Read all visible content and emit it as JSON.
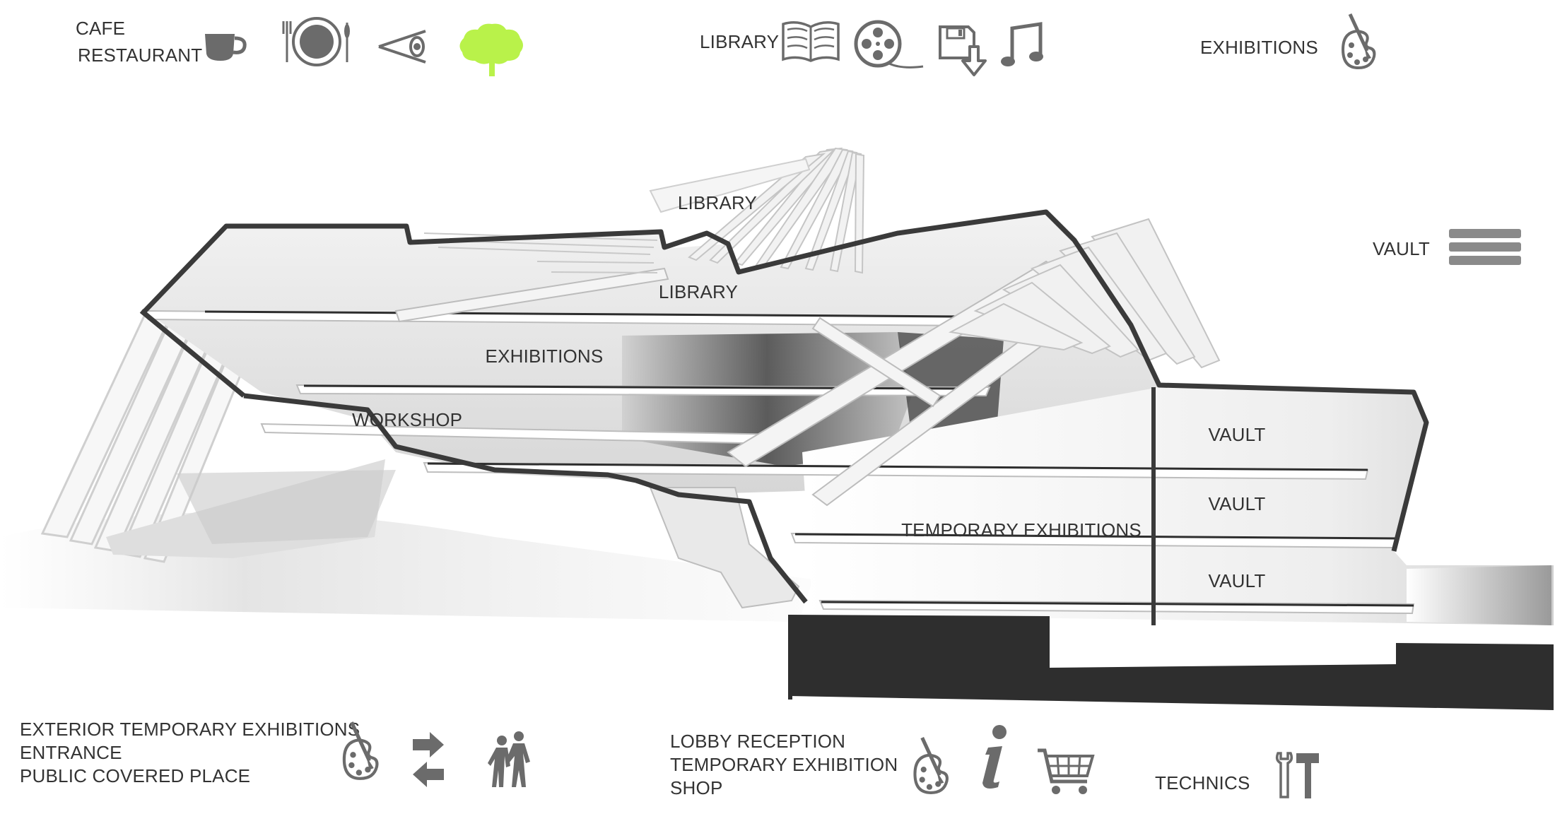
{
  "legend": {
    "cafe_restaurant": [
      "CAFE",
      "RESTAURANT"
    ],
    "library": "LIBRARY",
    "exhibitions": "EXHIBITIONS",
    "vault": "VAULT",
    "exterior": [
      "EXTERIOR TEMPORARY EXHIBITIONS",
      "ENTRANCE",
      "PUBLIC  COVERED PLACE"
    ],
    "lobby": [
      "LOBBY RECEPTION",
      "TEMPORARY EXHIBITION",
      "SHOP"
    ],
    "technics": "TECHNICS"
  },
  "section_labels": {
    "library_top": "LIBRARY",
    "library_mid": "LIBRARY",
    "exhibitions": "EXHIBITIONS",
    "workshop": "WORKSHOP",
    "vault_1": "VAULT",
    "vault_2": "VAULT",
    "vault_3": "VAULT",
    "temporary_exhibitions": "TEMPORARY EXHIBITIONS"
  },
  "colors": {
    "icon_gray": "#6b6b6b",
    "tree_green": "#b9f24a",
    "outline": "#3a3a3a",
    "basement": "#2e2e2e"
  },
  "icons": {
    "cafe": [
      "cup-icon",
      "plate-cutlery-icon",
      "eye-view-icon",
      "tree-icon"
    ],
    "library": [
      "book-icon",
      "film-reel-icon",
      "floppy-download-icon",
      "music-note-icon"
    ],
    "exhibitions": [
      "palette-brush-icon"
    ],
    "vault": [
      "vault-stripes-icon"
    ],
    "exterior": [
      "palette-brush-icon",
      "two-way-arrows-icon",
      "people-walking-icon"
    ],
    "lobby": [
      "palette-brush-icon",
      "info-icon",
      "shopping-cart-icon"
    ],
    "technics": [
      "wrench-hammer-icon"
    ]
  }
}
